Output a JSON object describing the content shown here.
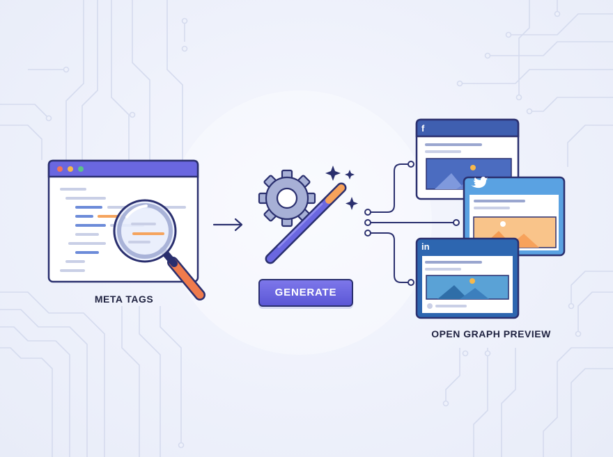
{
  "labels": {
    "meta_tags": "META TAGS",
    "generate": "GENERATE",
    "open_graph_preview": "OPEN GRAPH PREVIEW"
  },
  "brands": {
    "facebook": "f",
    "linkedin": "in"
  },
  "icons": [
    "magnifier-icon",
    "gear-icon",
    "magic-wand-icon",
    "sparkle-icon",
    "arrow-right-icon",
    "facebook-icon",
    "twitter-icon",
    "linkedin-icon",
    "image-placeholder-icon"
  ],
  "colors": {
    "accent": "#5b57d6",
    "outline": "#2a2f6e",
    "facebook_header": "#3f5fb0",
    "twitter_header": "#5aa2e2",
    "linkedin_header": "#2d66b0",
    "magnifier_handle": "#ef7b4c",
    "image_orange": "#f7a25b"
  }
}
